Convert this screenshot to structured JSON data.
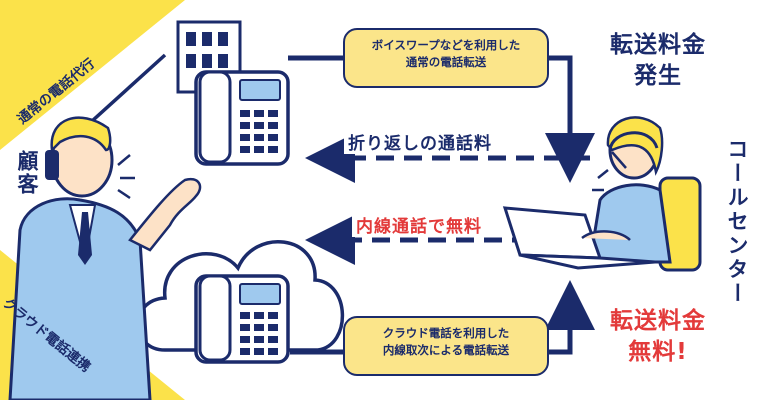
{
  "corners": {
    "top_left": "通常の電話代行",
    "bottom_left": "クラウド電話連携"
  },
  "customer_label": "顧客",
  "call_center_label": "コールセンター",
  "top_bubble": {
    "line1": "ボイスワープなどを利用した",
    "line2": "通常の電話転送"
  },
  "bottom_bubble": {
    "line1": "クラウド電話を利用した",
    "line2": "内線取次による電話転送"
  },
  "callback_label": "折り返しの通話料",
  "extension_label": "内線通話で無料",
  "fee_incurred": {
    "line1": "転送料金",
    "line2": "発生"
  },
  "fee_free": {
    "line1": "転送料金",
    "line2": "無料!"
  },
  "colors": {
    "navy": "#1b2b6b",
    "red": "#e33a3a",
    "yellow": "#fbe24a",
    "bubble": "#fbe58a",
    "light_blue": "#9fc9ee"
  }
}
